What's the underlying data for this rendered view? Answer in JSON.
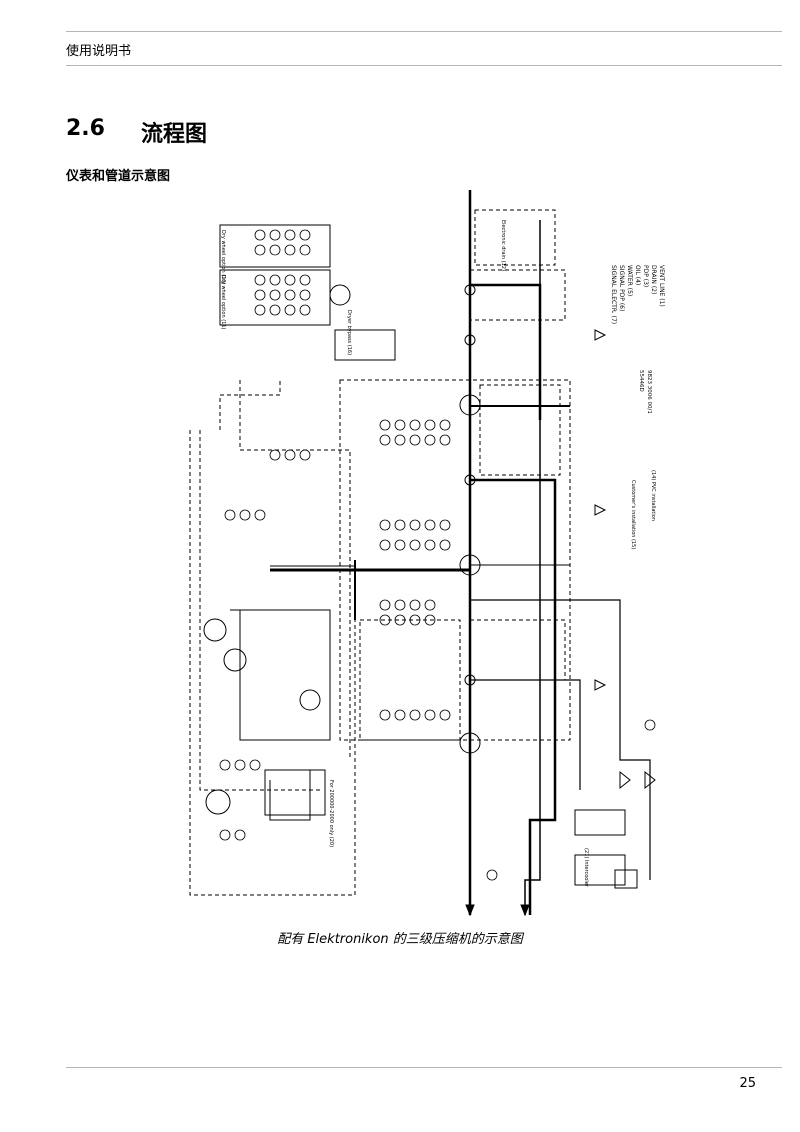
{
  "header": {
    "title": "使用说明书"
  },
  "section": {
    "number": "2.6",
    "title": "流程图"
  },
  "subsection": {
    "title": "仪表和管道示意图"
  },
  "diagram": {
    "legend": [
      "VENT LINE (1)",
      "DRAIN (2)",
      "PDP (3)",
      "OIL (4)",
      "WATER (5)",
      "SIGNAL PDP (6)",
      "SIGNAL ELECTR. (7)"
    ],
    "drawing_numbers": [
      "9823 3006 00/1",
      "55446D"
    ],
    "notes": [
      "Customer's installation (15)",
      "(14) PVC installation",
      "Dry wheel option (10)",
      "Dry wheel option (11)",
      "Electronic drain (12)",
      "Dryer bypass (16)",
      "(21) Intercooler",
      "For 200000-2000 only (20)"
    ]
  },
  "caption": "配有 Elektronikon 的三级压缩机的示意图",
  "footer": {
    "page_number": "25"
  }
}
